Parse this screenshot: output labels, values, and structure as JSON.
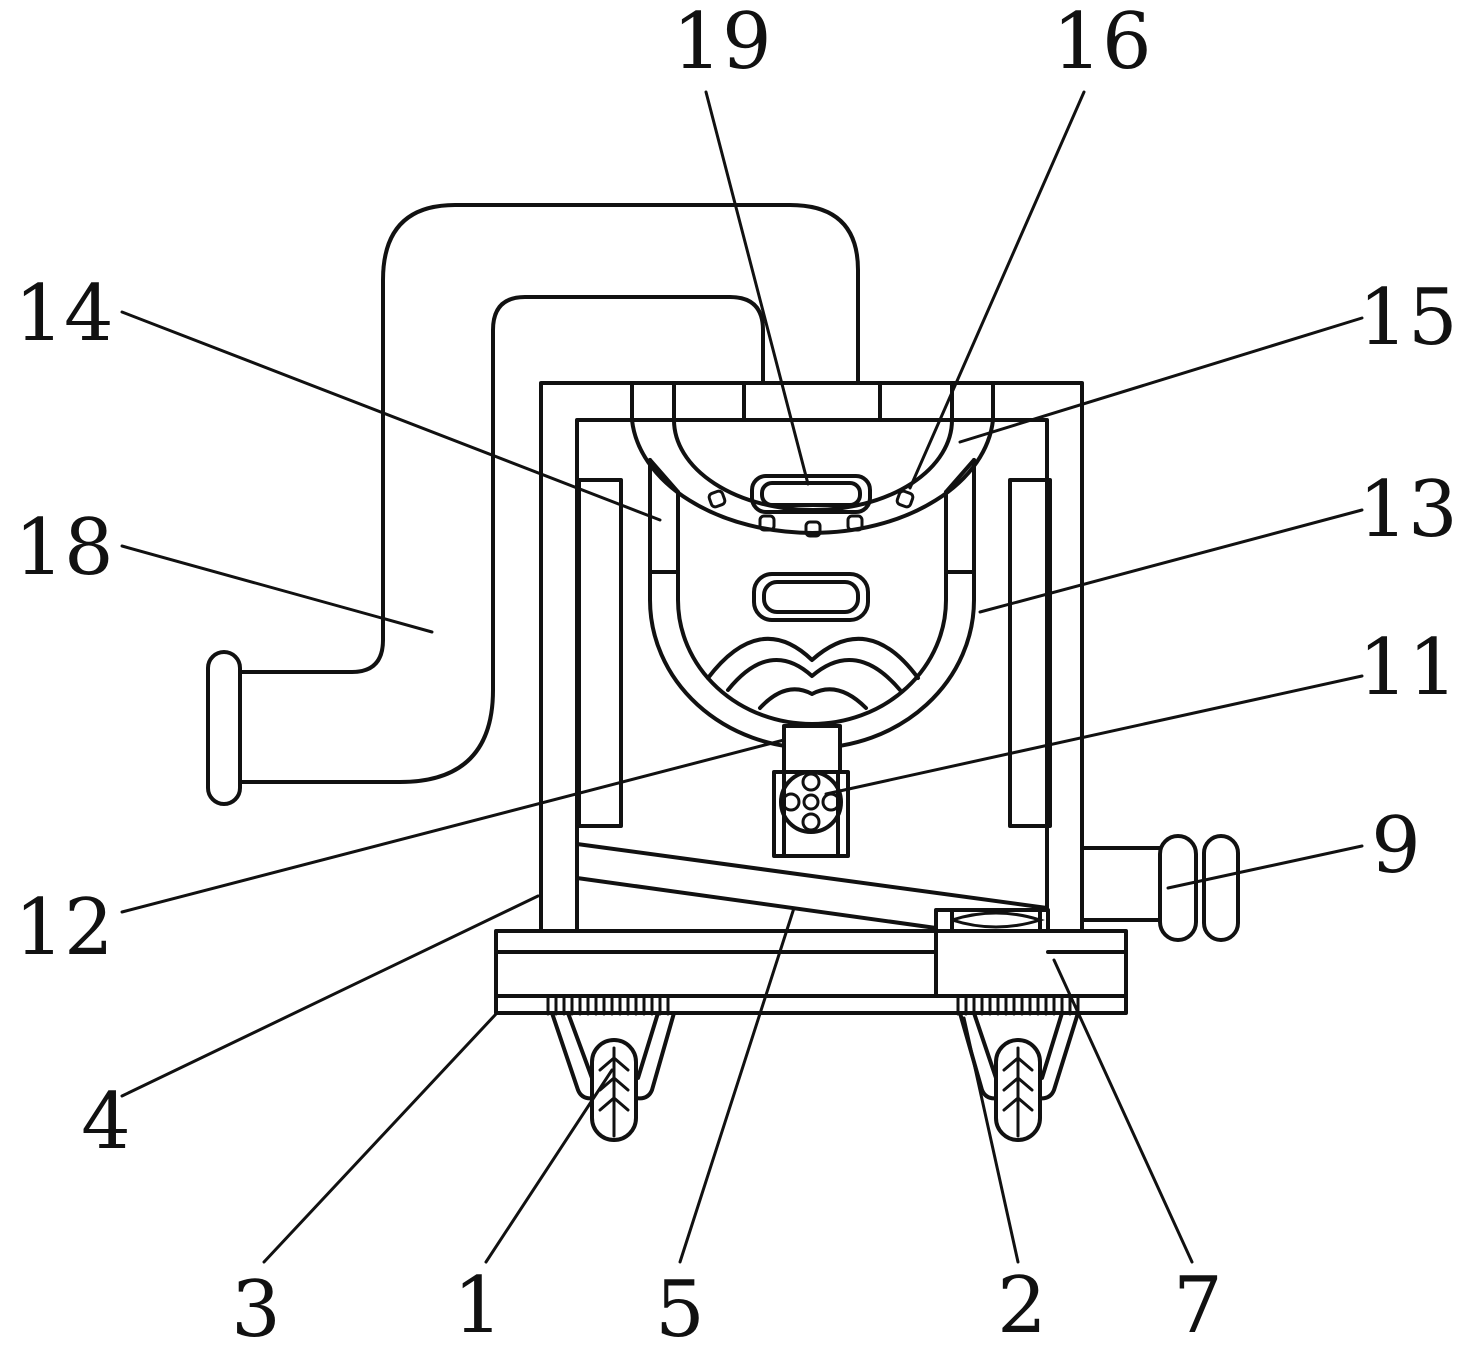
{
  "figure": {
    "labels": [
      {
        "id": "19",
        "text": "19"
      },
      {
        "id": "16",
        "text": "16"
      },
      {
        "id": "14",
        "text": "14"
      },
      {
        "id": "15",
        "text": "15"
      },
      {
        "id": "18",
        "text": "18"
      },
      {
        "id": "13",
        "text": "13"
      },
      {
        "id": "11",
        "text": "11"
      },
      {
        "id": "9",
        "text": "9"
      },
      {
        "id": "12",
        "text": "12"
      },
      {
        "id": "4",
        "text": "4"
      },
      {
        "id": "3",
        "text": "3"
      },
      {
        "id": "1",
        "text": "1"
      },
      {
        "id": "5",
        "text": "5"
      },
      {
        "id": "2",
        "text": "2"
      },
      {
        "id": "7",
        "text": "7"
      }
    ]
  }
}
